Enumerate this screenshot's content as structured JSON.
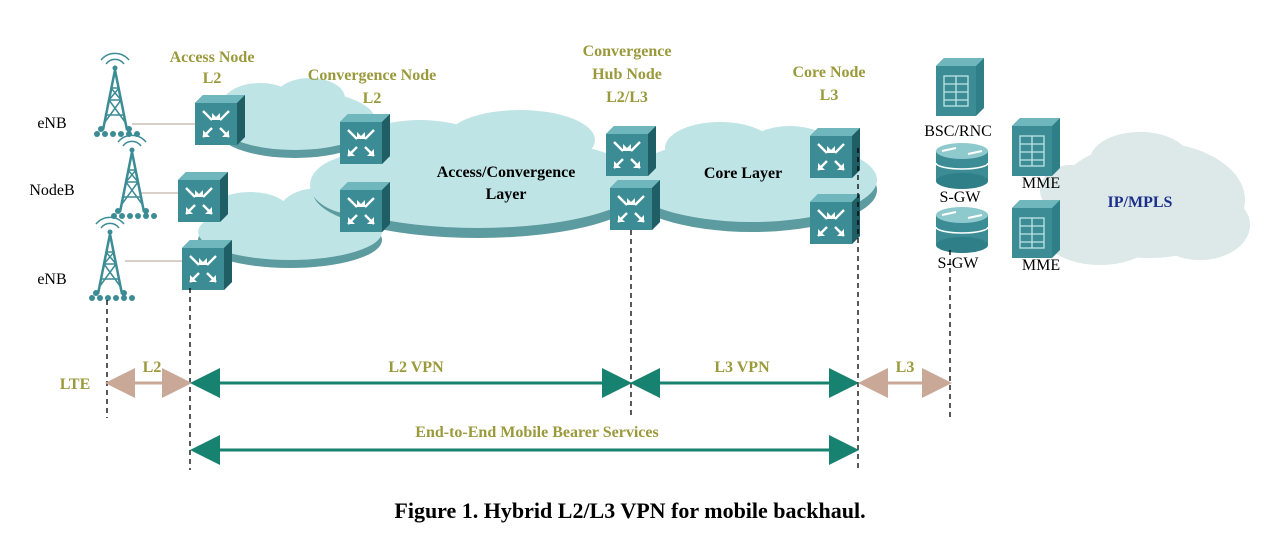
{
  "node_labels": {
    "access_node": [
      "Access Node",
      "L2"
    ],
    "convergence_node": [
      "Convergence Node",
      "L2"
    ],
    "convergence_hub": [
      "Convergence",
      "Hub Node",
      "L2/L3"
    ],
    "core_node": [
      "Core Node",
      "L3"
    ]
  },
  "layers": {
    "access_convergence": [
      "Access/Convergence",
      "Layer"
    ],
    "core": "Core Layer",
    "ip_mpls": "IP/MPLS"
  },
  "stations": [
    "eNB",
    "NodeB",
    "eNB"
  ],
  "devices": {
    "bsc_rnc": "BSC/RNC",
    "sgw_1": "S-GW",
    "sgw_2": "S-GW",
    "mme_1": "MME",
    "mme_2": "MME"
  },
  "segments": {
    "lte": "LTE",
    "l2": "L2",
    "l2_vpn": "L2 VPN",
    "l3_vpn": "L3 VPN",
    "l3": "L3",
    "end_to_end": "End-to-End Mobile Bearer Services"
  },
  "caption": "Figure 1. Hybrid L2/L3 VPN for mobile backhaul.",
  "colors": {
    "label_green": "#9a9a3c",
    "device_teal": "#3b8c94",
    "cloud_fill": "#bfe4e6",
    "arrow_teal": "#17826f",
    "arrow_tan": "#c9a898",
    "ip_mpls_blue": "#1b2f8a"
  }
}
